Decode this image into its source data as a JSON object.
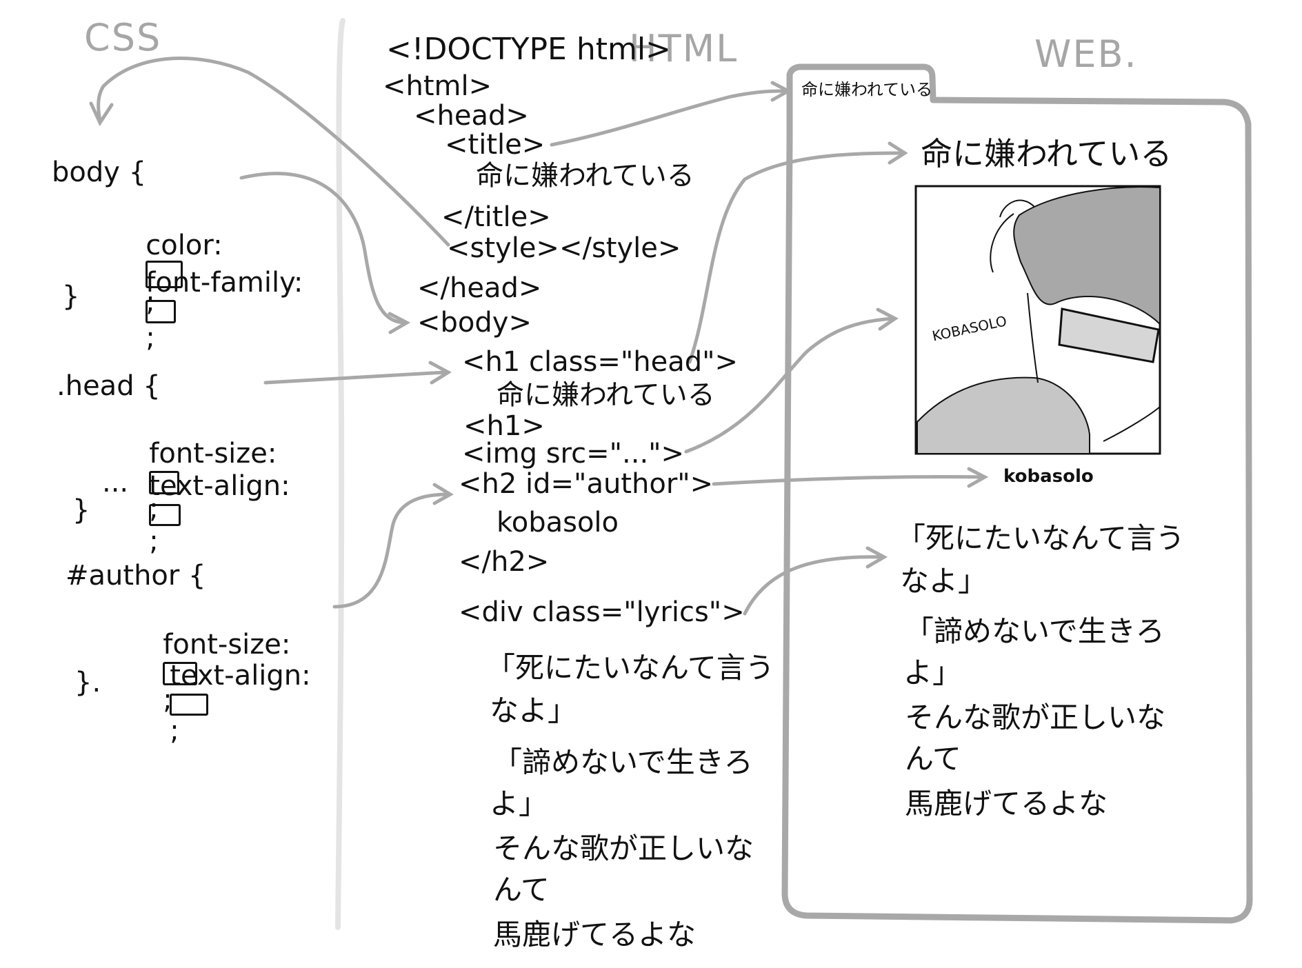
{
  "labels": {
    "css": "CSS",
    "html": "HTML",
    "web": "WEB."
  },
  "css_rules": {
    "body": {
      "open": "body {",
      "l1": "color:",
      "l2": "font-family:",
      "end": ";",
      "close": "}"
    },
    "head": {
      "open": ".head {",
      "l1": "font-size:",
      "l2": "text-align:",
      "l3": "...",
      "end": ";",
      "close": "}"
    },
    "author": {
      "open": "#author {",
      "l1": "font-size:",
      "l2": "text-align:",
      "end": ";",
      "close": "}."
    }
  },
  "html_code": {
    "doctype": "<!DOCTYPE html>",
    "html_open": "<html>",
    "head_open": "<head>",
    "title_open": "<title>",
    "title_text": "命に嫌われている",
    "title_close": "</title>",
    "style": "<style></style>",
    "head_close": "</head>",
    "body_open": "<body>",
    "h1_open": "<h1 class=\"head\">",
    "h1_text": "命に嫌われている",
    "h1_close": "<h1>",
    "img": "<img src=\"...\">",
    "h2_open": "<h2 id=\"author\">",
    "h2_text": "kobasolo",
    "h2_close": "</h2>",
    "div_open": "<div class=\"lyrics\">",
    "lyrics": [
      "「死にたいなんて言う",
      "なよ」",
      "「諦めないで生きろ",
      "よ」",
      "そんな歌が正しいな",
      "んて",
      "馬鹿げてるよな"
    ]
  },
  "web_page": {
    "tab_title": "命に嫌われている",
    "heading": "命に嫌われている",
    "image_caption": "KOBASOLO",
    "author": "kobasolo",
    "lyrics": [
      "「死にたいなんて言う",
      "なよ」",
      "「諦めないで生きろ",
      "よ」",
      "そんな歌が正しいな",
      "んて",
      "馬鹿げてるよな"
    ]
  },
  "colors": {
    "ink": "#111111",
    "pencil_gray": "#a6a6a6",
    "hair_gray": "#a8a8a8"
  }
}
